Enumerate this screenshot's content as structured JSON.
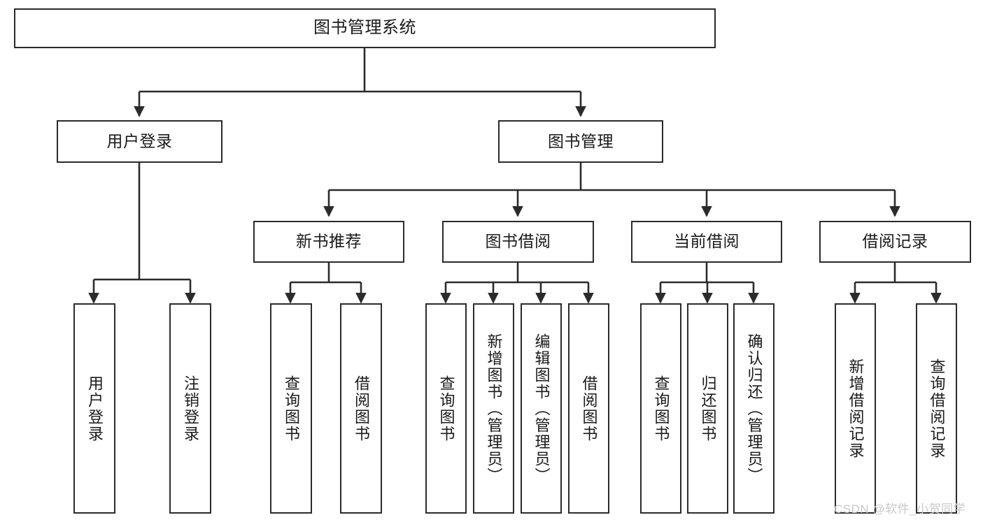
{
  "diagram": {
    "title": "图书管理系统",
    "type": "hierarchy-tree",
    "levels": 4,
    "root": {
      "id": "root",
      "label": "图书管理系统"
    },
    "level1": [
      {
        "id": "user-login",
        "label": "用户登录"
      },
      {
        "id": "book-management",
        "label": "图书管理"
      }
    ],
    "level2": [
      {
        "id": "new-book-recommend",
        "label": "新书推荐",
        "parent": "book-management"
      },
      {
        "id": "book-borrow",
        "label": "图书借阅",
        "parent": "book-management"
      },
      {
        "id": "current-borrow",
        "label": "当前借阅",
        "parent": "book-management"
      },
      {
        "id": "borrow-record",
        "label": "借阅记录",
        "parent": "book-management"
      }
    ],
    "leaves": {
      "user-login": [
        {
          "id": "leaf-user-login",
          "label": "用户登录"
        },
        {
          "id": "leaf-user-logout",
          "label": "注销登录"
        }
      ],
      "new-book-recommend": [
        {
          "id": "leaf-query-book-1",
          "label": "查询图书"
        },
        {
          "id": "leaf-borrow-book-1",
          "label": "借阅图书"
        }
      ],
      "book-borrow": [
        {
          "id": "leaf-query-book-2",
          "label": "查询图书"
        },
        {
          "id": "leaf-add-book",
          "label": "新增图书（管理员）"
        },
        {
          "id": "leaf-edit-book",
          "label": "编辑图书（管理员）"
        },
        {
          "id": "leaf-borrow-book-2",
          "label": "借阅图书"
        }
      ],
      "current-borrow": [
        {
          "id": "leaf-query-book-3",
          "label": "查询图书"
        },
        {
          "id": "leaf-return-book",
          "label": "归还图书"
        },
        {
          "id": "leaf-confirm-return",
          "label": "确认归还（管理员）"
        }
      ],
      "borrow-record": [
        {
          "id": "leaf-add-record",
          "label": "新增借阅记录"
        },
        {
          "id": "leaf-query-record",
          "label": "查询借阅记录"
        }
      ]
    }
  },
  "watermark": {
    "text": "CSDN @软件_小贺同学"
  },
  "colors": {
    "stroke": "#2b2b2b",
    "fill": "#ffffff",
    "text": "#1a1a1a",
    "watermark": "#c9c9c9"
  }
}
